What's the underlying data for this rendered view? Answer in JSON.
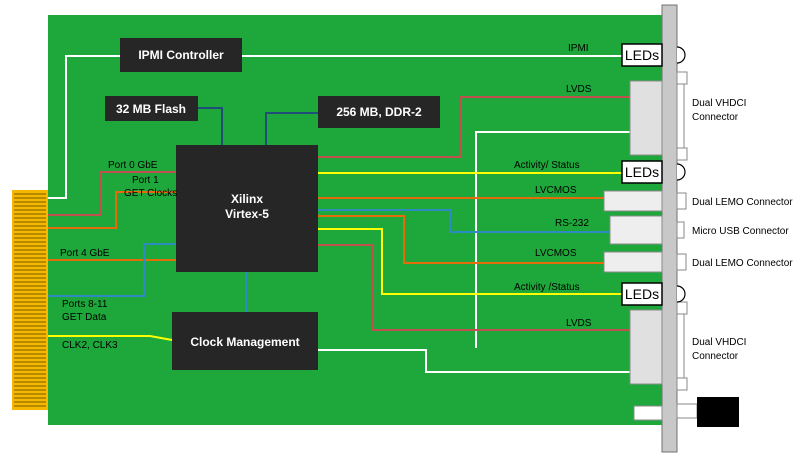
{
  "blocks": {
    "ipmi": "IPMI Controller",
    "flash": "32 MB Flash",
    "ddr": "256 MB, DDR-2",
    "fpga_line1": "Xilinx",
    "fpga_line2": "Virtex-5",
    "clock": "Clock Management"
  },
  "signals": {
    "ipmi": "IPMI",
    "lvds_top": "LVDS",
    "activity_status_1": "Activity/ Status",
    "lvcmos_1": "LVCMOS",
    "rs232": "RS-232",
    "lvcmos_2": "LVCMOS",
    "activity_status_2": "Activity /Status",
    "lvds_bottom": "LVDS"
  },
  "ports": {
    "port0": "Port 0 GbE",
    "port1_line1": "Port 1",
    "port1_line2": "GET Clocks",
    "port4": "Port 4 GbE",
    "ports8_11_line1": "Ports  8-11",
    "ports8_11_line2": "GET Data",
    "clk": "CLK2, CLK3"
  },
  "leds": [
    "LEDs",
    "LEDs",
    "LEDs"
  ],
  "connectors": {
    "vhdci_top_line1": "Dual VHDCI",
    "vhdci_top_line2": "Connector",
    "lemo_1": "Dual LEMO Connector",
    "usb": "Micro USB Connector",
    "lemo_2": "Dual LEMO Connector",
    "vhdci_bottom_line1": "Dual VHDCI",
    "vhdci_bottom_line2": "Connector"
  },
  "colors": {
    "board": "#1ea73a",
    "chip": "#262626",
    "wire_white": "#ffffff",
    "wire_red": "#c0504d",
    "wire_orange": "#e46c0a",
    "wire_yellow": "#ffff00",
    "wire_blue": "#2e8bc0",
    "wire_navy": "#1f4e79",
    "connector_gold": "#f5b800",
    "panel": "#c8c8c8"
  }
}
